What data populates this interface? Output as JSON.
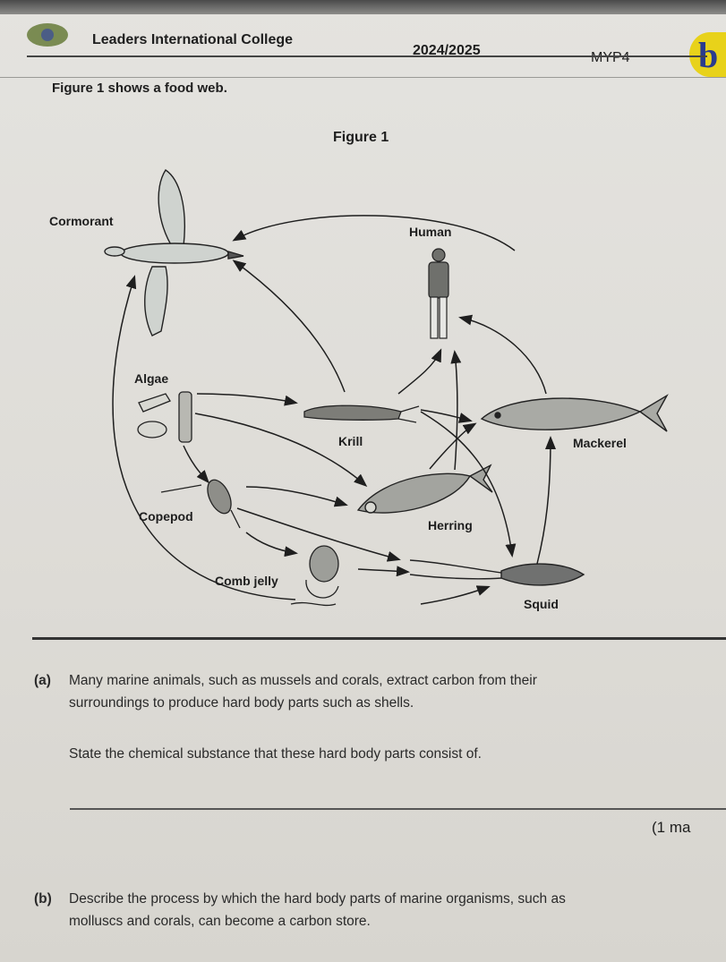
{
  "header": {
    "school": "Leaders International College",
    "year": "2024/2025",
    "grade": "MYP4",
    "badge_letter": "b"
  },
  "intro": "Figure 1 shows a food web.",
  "figure": {
    "title": "Figure 1",
    "organisms": {
      "cormorant": "Cormorant",
      "human": "Human",
      "algae": "Algae",
      "krill": "Krill",
      "mackerel": "Mackerel",
      "copepod": "Copepod",
      "herring": "Herring",
      "comb_jelly": "Comb jelly",
      "squid": "Squid"
    }
  },
  "questions": {
    "a": {
      "letter": "(a)",
      "line1": "Many marine animals, such as mussels and corals, extract carbon from their",
      "line2": "surroundings to produce hard body parts such as shells.",
      "prompt": "State the chemical substance that these hard body parts consist of.",
      "marks": "(1 ma"
    },
    "b": {
      "letter": "(b)",
      "line1": "Describe the process by which the hard body parts of marine organisms, such as",
      "line2": "molluscs and corals, can become a carbon store."
    }
  },
  "colors": {
    "paper": "#dedcd7",
    "ink": "#1e1e1e",
    "logo_green": "#7a8b52",
    "badge_yellow": "#e8d21a",
    "badge_blue": "#2a3b8e"
  }
}
